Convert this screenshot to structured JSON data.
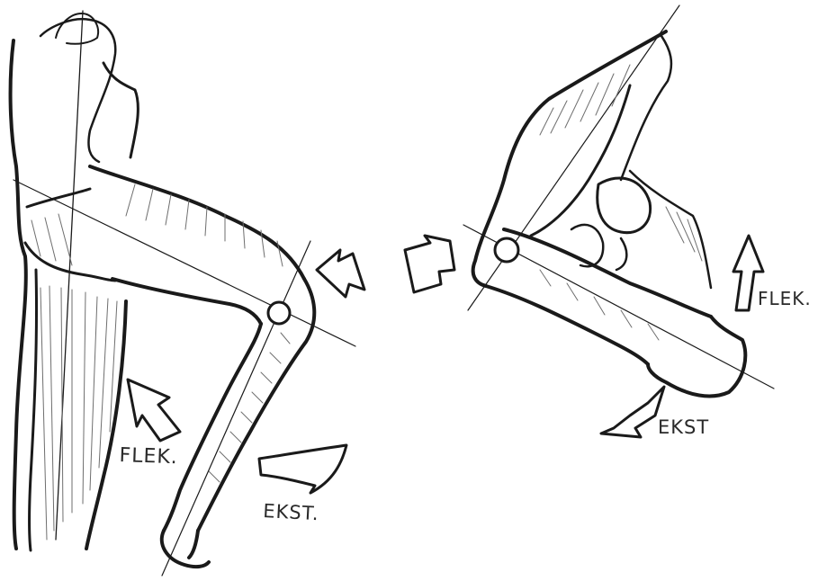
{
  "figure": {
    "left_panel": {
      "flexion_label": "FLEK.",
      "extension_label": "EKST."
    },
    "right_panel": {
      "flexion_label": "FLEK.",
      "extension_label": "EKST"
    }
  },
  "colors": {
    "ink": "#1a1a1a",
    "hatch": "#6e6e6e",
    "background": "#ffffff"
  }
}
